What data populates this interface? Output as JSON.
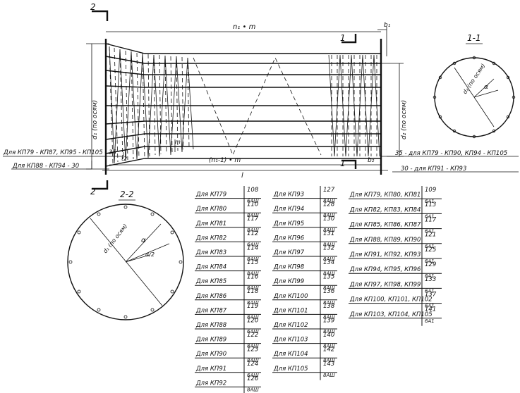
{
  "main_view": {
    "dim_top": "n₁ • m",
    "dim_b1": "b₁",
    "dim_bottom_inner": "(n₁-1) • m",
    "dim_length": "l",
    "dim_b2": "b₂",
    "dim_d1": "d₁ (по осям)",
    "dim_d2": "d₂ (по осям)",
    "dim_m": "m",
    "dim_t": "t2",
    "section_mark_1": "1",
    "section_mark_2": "2",
    "note_left_1": "Для КП79 - КП87, КП95 - КП105 - 35",
    "note_left_2": "Для КП88 - КП94 - 30",
    "note_right_1": "35 - для КП79 - КП90, КП94 - КП105",
    "note_right_2": "30 - для КП91 - КП93"
  },
  "section_1_1": {
    "title": "1-1",
    "diameter": "d₂ (по осям)",
    "angle": "α"
  },
  "section_2_2": {
    "title": "2-2",
    "diameter": "d₁ (по осям)",
    "angle": "α",
    "half_angle": "α/2"
  },
  "table_1": [
    {
      "label": "Для КП79",
      "num": "108",
      "steel": "6AШ"
    },
    {
      "label": "Для КП80",
      "num": "110",
      "steel": "8AШ"
    },
    {
      "label": "Для КП81",
      "num": "117",
      "steel": "8AШ"
    },
    {
      "label": "Для КП82",
      "num": "112",
      "steel": "6AШ"
    },
    {
      "label": "Для КП83",
      "num": "114",
      "steel": "8AШ"
    },
    {
      "label": "Для КП84",
      "num": "115",
      "steel": "8AШ"
    },
    {
      "label": "Для КП85",
      "num": "116",
      "steel": "8AШ"
    },
    {
      "label": "Для КП86",
      "num": "118",
      "steel": "8AШ"
    },
    {
      "label": "Для КП87",
      "num": "119",
      "steel": "8AШ"
    },
    {
      "label": "Для КП88",
      "num": "120",
      "steel": "6AШ"
    },
    {
      "label": "Для КП89",
      "num": "122",
      "steel": "8AШ"
    },
    {
      "label": "Для КП90",
      "num": "123",
      "steel": "8AШ"
    },
    {
      "label": "Для КП91",
      "num": "124",
      "steel": "6AШ"
    },
    {
      "label": "Для КП92",
      "num": "126",
      "steel": "8AШ"
    }
  ],
  "table_2": [
    {
      "label": "Для КП93",
      "num": "127",
      "steel": "8AШ"
    },
    {
      "label": "Для КП94",
      "num": "128",
      "steel": "8AШ"
    },
    {
      "label": "Для КП95",
      "num": "130",
      "steel": "8AШ"
    },
    {
      "label": "Для КП96",
      "num": "131",
      "steel": "8AШ"
    },
    {
      "label": "Для КП97",
      "num": "132",
      "steel": "8AШ"
    },
    {
      "label": "Для КП98",
      "num": "134",
      "steel": "8AШ"
    },
    {
      "label": "Для КП99",
      "num": "135",
      "steel": "8AШ"
    },
    {
      "label": "Для КП100",
      "num": "136",
      "steel": "8AШ"
    },
    {
      "label": "Для КП101",
      "num": "138",
      "steel": "8AШ"
    },
    {
      "label": "Для КП102",
      "num": "139",
      "steel": "8AШ"
    },
    {
      "label": "Для КП103",
      "num": "140",
      "steel": "8AШ"
    },
    {
      "label": "Для КП104",
      "num": "142",
      "steel": "8AШ"
    },
    {
      "label": "Для КП105",
      "num": "143",
      "steel": "8AШ"
    }
  ],
  "table_3": [
    {
      "label": "Для КП79, КП80, КП81",
      "num": "109",
      "steel": "6A1"
    },
    {
      "label": "Для КП82, КП83, КП84",
      "num": "113",
      "steel": "6A1"
    },
    {
      "label": "Для КП85, КП86, КП87",
      "num": "117",
      "steel": "6A1"
    },
    {
      "label": "Для КП88, КП89, КП90",
      "num": "121",
      "steel": "6A1"
    },
    {
      "label": "Для КП91, КП92, КП93",
      "num": "125",
      "steel": "6A1"
    },
    {
      "label": "Для КП94, КП95, КП96",
      "num": "129",
      "steel": "6A1"
    },
    {
      "label": "Для КП97, КП98, КП99",
      "num": "133",
      "steel": "6A1"
    },
    {
      "label": "Для КП100, КП101, КП102",
      "num": "137",
      "steel": "6A1"
    },
    {
      "label": "Для КП103, КП104, КП105",
      "num": "141",
      "steel": "6A1"
    }
  ]
}
